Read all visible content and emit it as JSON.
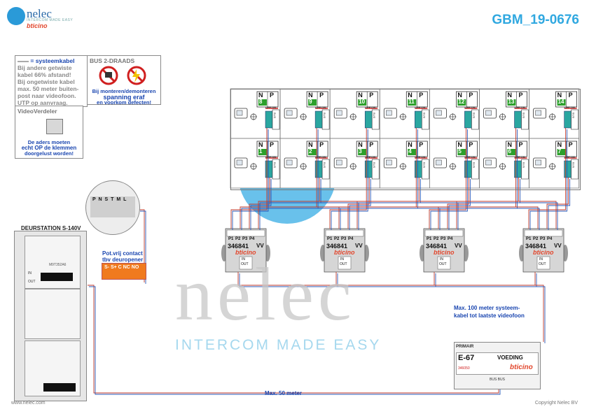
{
  "header": {
    "logo_text": "nelec",
    "logo_sub": "INTERCOM MADE EASY",
    "logo_brand": "bticino",
    "doc_number": "GBM_19-0676"
  },
  "legend": {
    "cable_label": "= systeemkabel",
    "lines": [
      "Bij andere getwiste",
      "kabel 66% afstand!",
      "Bij ongetwiste kabel",
      "max. 50 meter buiten-",
      "post naar videofoon.",
      "UTP op aanvraag."
    ]
  },
  "bus_warning": {
    "title": "BUS 2-DRAADS",
    "line1": "Bij monteren/demonteren",
    "line2": "spanning eraf",
    "line3": "en voorkom defecten!"
  },
  "video_distributor": {
    "title": "VideoVerdeler",
    "lines": [
      "De aders moeten",
      "echt OP de klemmen",
      "doorgelust worden!"
    ]
  },
  "door_station": {
    "title": "DEURSTATION S-140V",
    "terminals": [
      "P",
      "N",
      "S",
      "T",
      "M",
      "",
      "",
      "L"
    ],
    "module_code": "M9T352A6",
    "in_label": "IN",
    "out_label": "OUT"
  },
  "contact": {
    "line1": "Pot.vrij contact",
    "line2": "tbv deuropener",
    "terminals": [
      "S-",
      "S+",
      "C",
      "NC",
      "NO"
    ]
  },
  "monitors": {
    "top_row": [
      "8",
      "9",
      "10",
      "11",
      "12",
      "13",
      "14"
    ],
    "bottom_row": [
      "1",
      "2",
      "3",
      "4",
      "5",
      "6",
      "7"
    ],
    "n_label": "N",
    "p_label": "P",
    "switch_label": "OFF ON",
    "bus_label": "BUS"
  },
  "distributors": {
    "code": "346841",
    "ports": [
      "P1",
      "P2",
      "P3",
      "P4"
    ],
    "vv_label": "VV",
    "in_label": "IN",
    "out_label": "OUT",
    "brand": "bticino"
  },
  "power_supply": {
    "primair": "PRIMAIR",
    "model": "E-67",
    "voeding": "VOEDING",
    "code": "346050",
    "brand": "bticino",
    "terminal_text": "BUS BUS"
  },
  "notes": {
    "max100": "Max. 100 meter systeem-",
    "max100b": "kabel tot laatste videofoon",
    "max50": "Max. 50 meter"
  },
  "watermark": {
    "big": "nelec",
    "tag": "INTERCOM MADE EASY"
  },
  "footer": {
    "left": "www.nelec.com",
    "right": "Copyright Nelec BV"
  },
  "colors": {
    "accent": "#30a8e0",
    "label_blue": "#1a46b0",
    "wire_red": "#c0392b",
    "wire_blue": "#2a58b8",
    "green_badge": "#2ca02c",
    "teal_terminal": "#2aa6a0",
    "orange_contact": "#f07a1e"
  }
}
